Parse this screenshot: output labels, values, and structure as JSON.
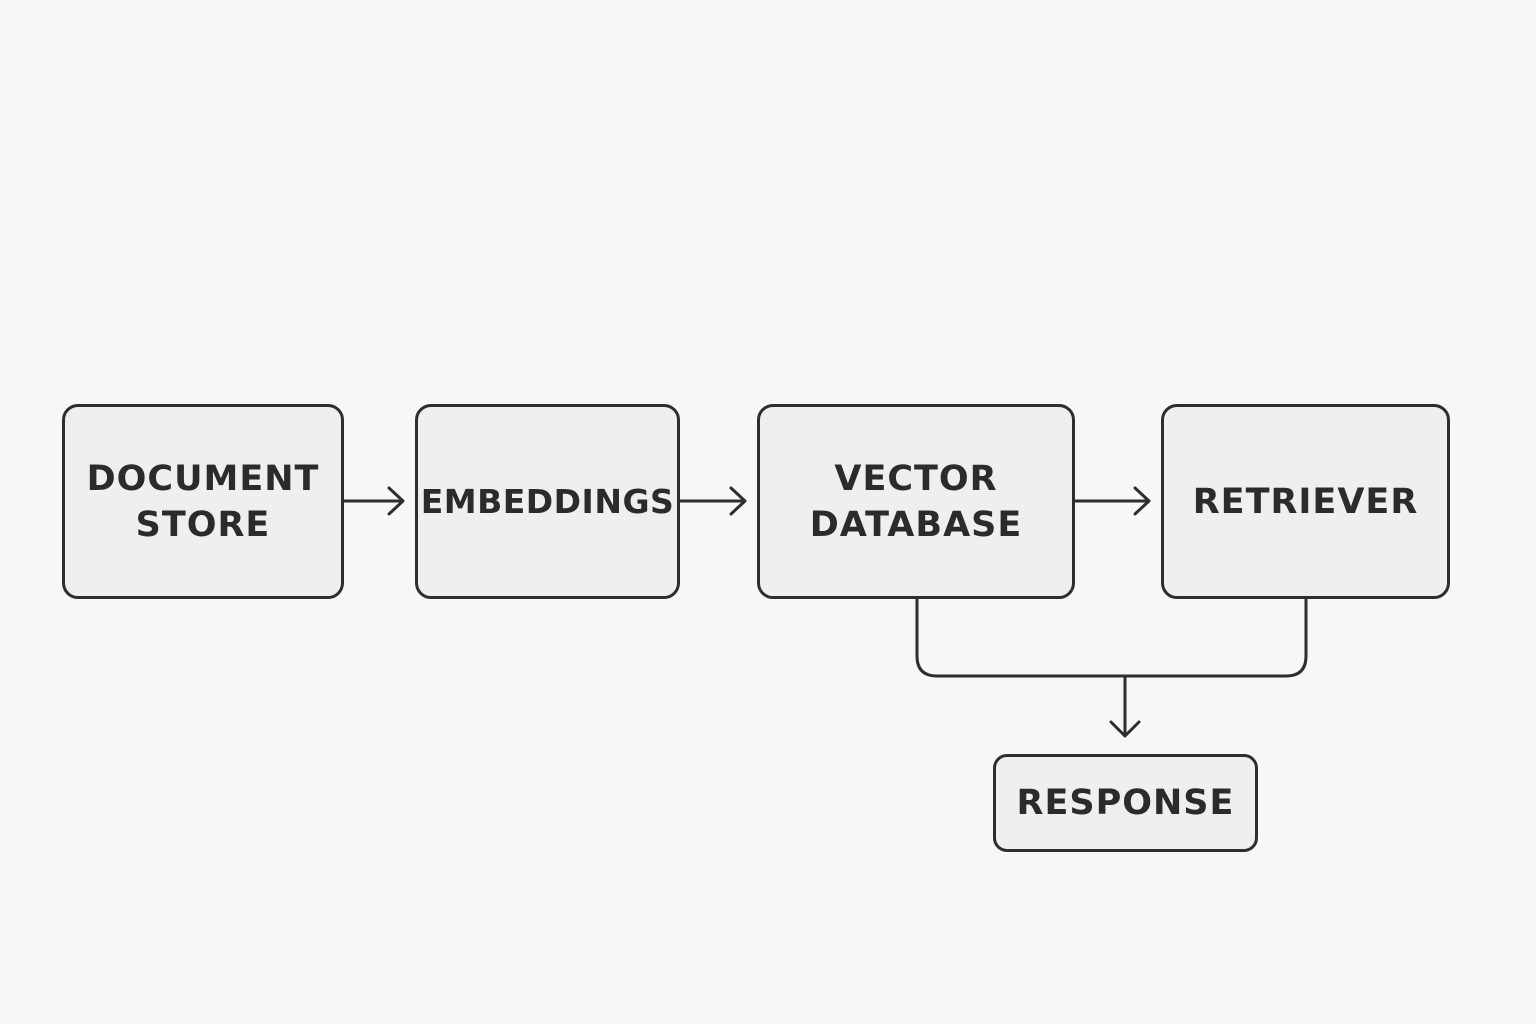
{
  "diagram": {
    "nodes": {
      "document_store": {
        "lines": [
          "DOCUMENT",
          "STORE"
        ]
      },
      "embeddings": {
        "lines": [
          "EMBEDDINGS"
        ]
      },
      "vector_database": {
        "lines": [
          "VECTOR",
          "DATABASE"
        ]
      },
      "retriever": {
        "lines": [
          "RETRIEVER"
        ]
      },
      "response": {
        "lines": [
          "RESPONSE"
        ]
      }
    },
    "edges": [
      {
        "from": "document_store",
        "to": "embeddings"
      },
      {
        "from": "embeddings",
        "to": "vector_database"
      },
      {
        "from": "vector_database",
        "to": "retriever"
      },
      {
        "from": "vector_database",
        "to": "response"
      },
      {
        "from": "retriever",
        "to": "response"
      }
    ],
    "colors": {
      "background": "#f7f7f7",
      "node_fill": "#efefef",
      "stroke": "#2e2e2e",
      "text": "#2b2b2b"
    }
  }
}
